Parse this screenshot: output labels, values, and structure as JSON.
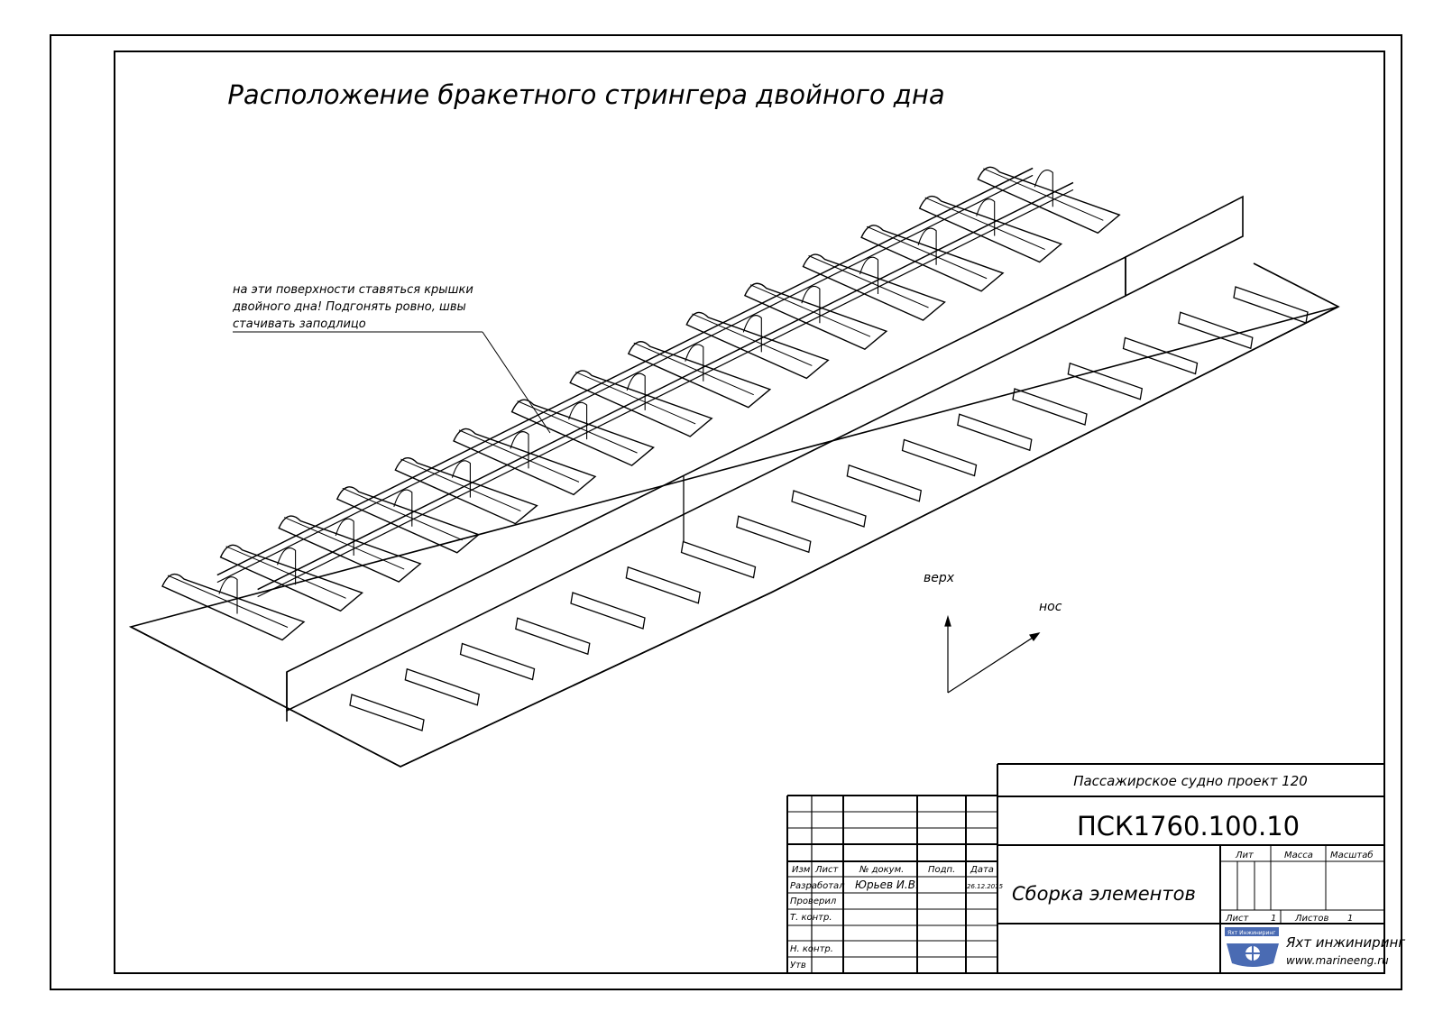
{
  "drawing": {
    "title": "Расположение бракетного стрингера двойного дна",
    "note_lines": [
      "на эти поверхности ставяться крышки",
      "двойного дна! Подгонять ровно, швы",
      "стачивать заподлицо"
    ],
    "axis_up": "верх",
    "axis_bow": "нос"
  },
  "title_block": {
    "project": "Пассажирское судно проект 120",
    "code": "ПСК1760.100.10",
    "name": "Сборка элементов",
    "col_izm": "Изм",
    "col_list": "Лист",
    "col_doc": "№ докум.",
    "col_sign": "Подп.",
    "col_date": "Дата",
    "row_developed": "Разработал",
    "developer": "Юрьев И.В.",
    "date": "26.12.2015",
    "row_checked": "Проверил",
    "row_tcontrol": "Т. контр.",
    "row_ncontrol": "Н. контр.",
    "row_approved": "Утв",
    "lit": "Лит",
    "mass": "Масса",
    "scale": "Масштаб",
    "sheet_label": "Лист",
    "sheet_value": "1",
    "sheets_label": "Листов",
    "sheets_value": "1",
    "logo_text": "Яхт Инжиниринг",
    "company": "Яхт инжиниринг",
    "website": "www.marineeng.ru"
  }
}
